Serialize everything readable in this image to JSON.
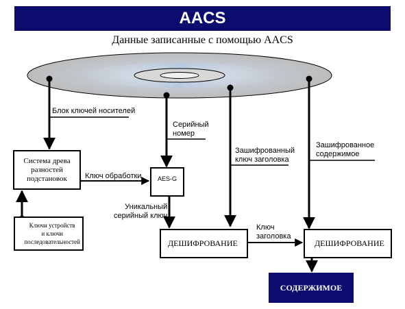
{
  "title": "AACS",
  "subtitle": "Данные записанные с помощью AACS",
  "labels": {
    "media_key_block": "Блок ключей носителей",
    "serial_number": "Серийный\nномер",
    "encrypted_title_key": "Зашифрованный\nключ заголовка",
    "encrypted_content": "Зашифрованное\nсодержимое",
    "processing_key": "Ключ обработки",
    "unique_serial_key": "Уникальный\nсерийный ключ",
    "title_key": "Ключ\nзаголовка"
  },
  "boxes": {
    "subset_tree": "Система древа\nразностей\nподстановок",
    "device_keys": "Ключи устройств\nи ключи\nпоследовательностей",
    "aes_g": "AES-G",
    "decrypt_1": "ДЕШИФРОВАНИЕ",
    "decrypt_2": "ДЕШИФРОВАНИЕ",
    "content": "СОДЕРЖИМОЕ"
  },
  "colors": {
    "banner": "#0c0c6e",
    "disc": "#c8c8c8",
    "disc_highlight": "#b0c8e8"
  }
}
